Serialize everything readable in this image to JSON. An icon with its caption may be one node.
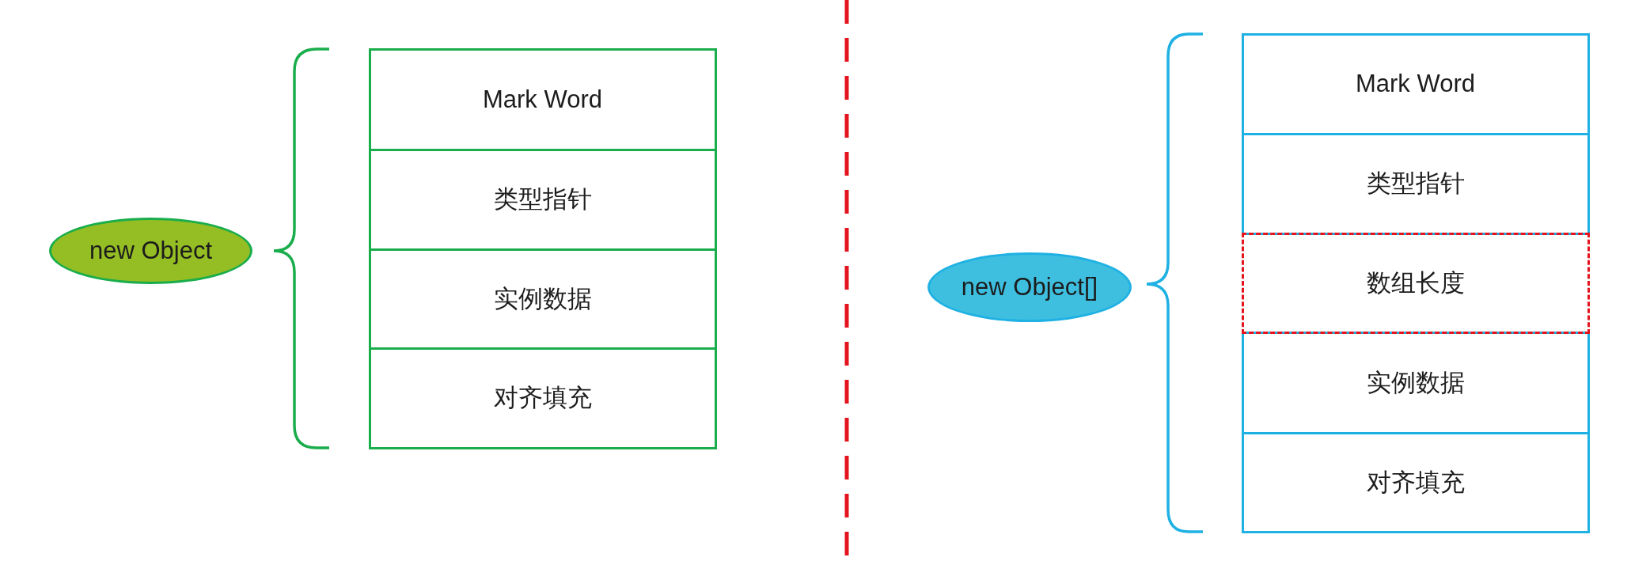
{
  "diagram": {
    "nodes": [
      {
        "text": [
          "new Object"
        ]
      },
      {
        "text": [
          "Mark Word"
        ]
      },
      {
        "text": [
          "类型指针"
        ]
      },
      {
        "text": [
          "实例数据"
        ]
      },
      {
        "text": [
          "对齐填充"
        ]
      },
      {
        "text": [
          "new Object[]"
        ]
      },
      {
        "text": [
          "Mark Word"
        ]
      },
      {
        "text": [
          "类型指针"
        ]
      },
      {
        "text": [
          "数组长度"
        ]
      },
      {
        "text": [
          "实例数据"
        ]
      },
      {
        "text": [
          "对齐填充"
        ]
      }
    ]
  }
}
